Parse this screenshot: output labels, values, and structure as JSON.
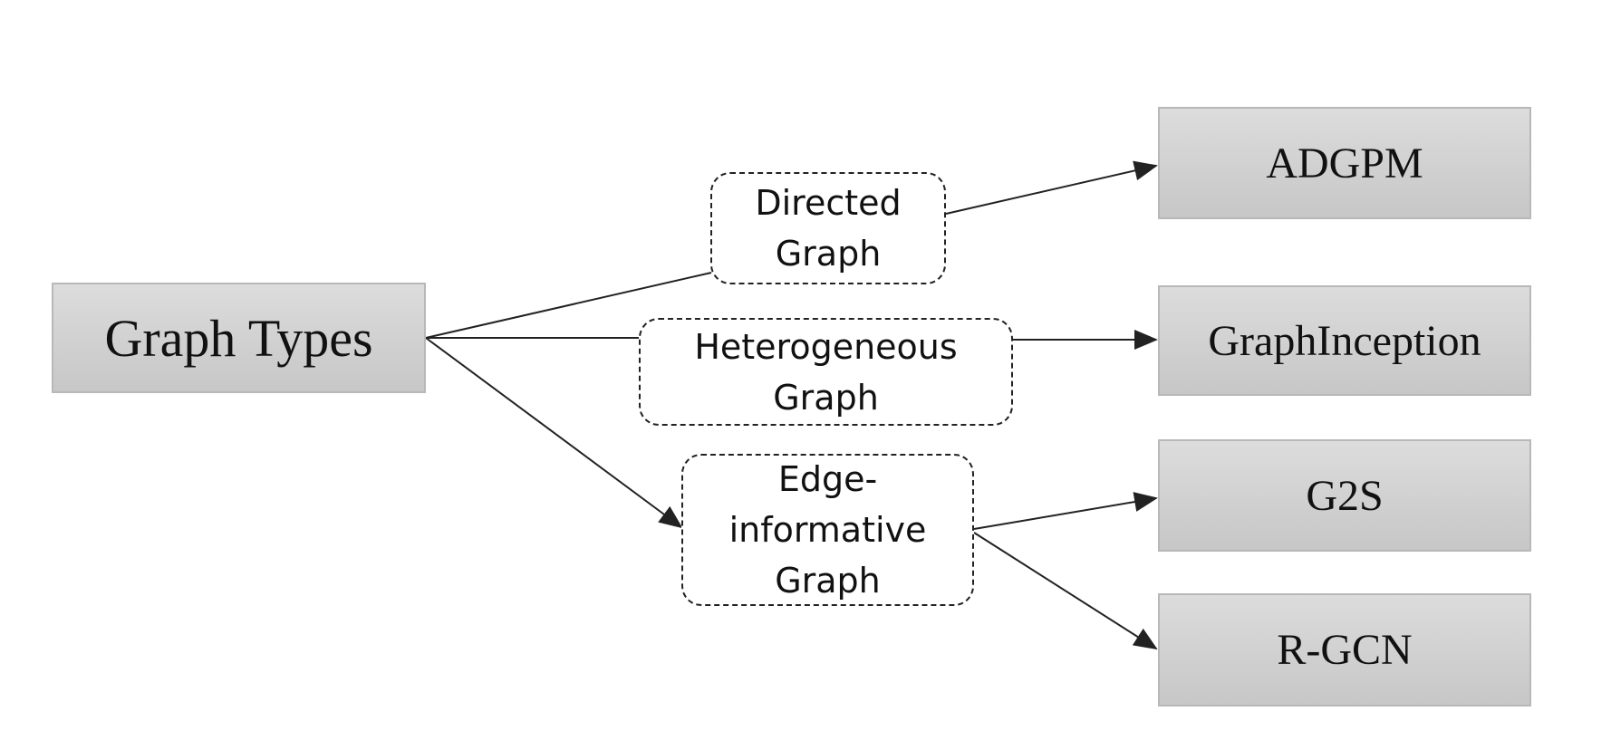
{
  "root": {
    "label": "Graph Types"
  },
  "categories": [
    {
      "key": "directed",
      "lines": [
        "Directed",
        "Graph"
      ]
    },
    {
      "key": "heterogeneous",
      "lines": [
        "Heterogeneous",
        "Graph"
      ]
    },
    {
      "key": "edge-informative",
      "lines": [
        "Edge-",
        "informative",
        "Graph"
      ]
    }
  ],
  "methods": [
    {
      "key": "adgpm",
      "label": "ADGPM",
      "category": "directed"
    },
    {
      "key": "graphinception",
      "label": "GraphInception",
      "category": "heterogeneous"
    },
    {
      "key": "g2s",
      "label": "G2S",
      "category": "edge-informative"
    },
    {
      "key": "r-gcn",
      "label": "R-GCN",
      "category": "edge-informative"
    }
  ],
  "colors": {
    "box_fill_top": "#dcdcdc",
    "box_fill_bottom": "#c7c7c7",
    "box_border": "#b8b8b8",
    "line": "#222222"
  }
}
